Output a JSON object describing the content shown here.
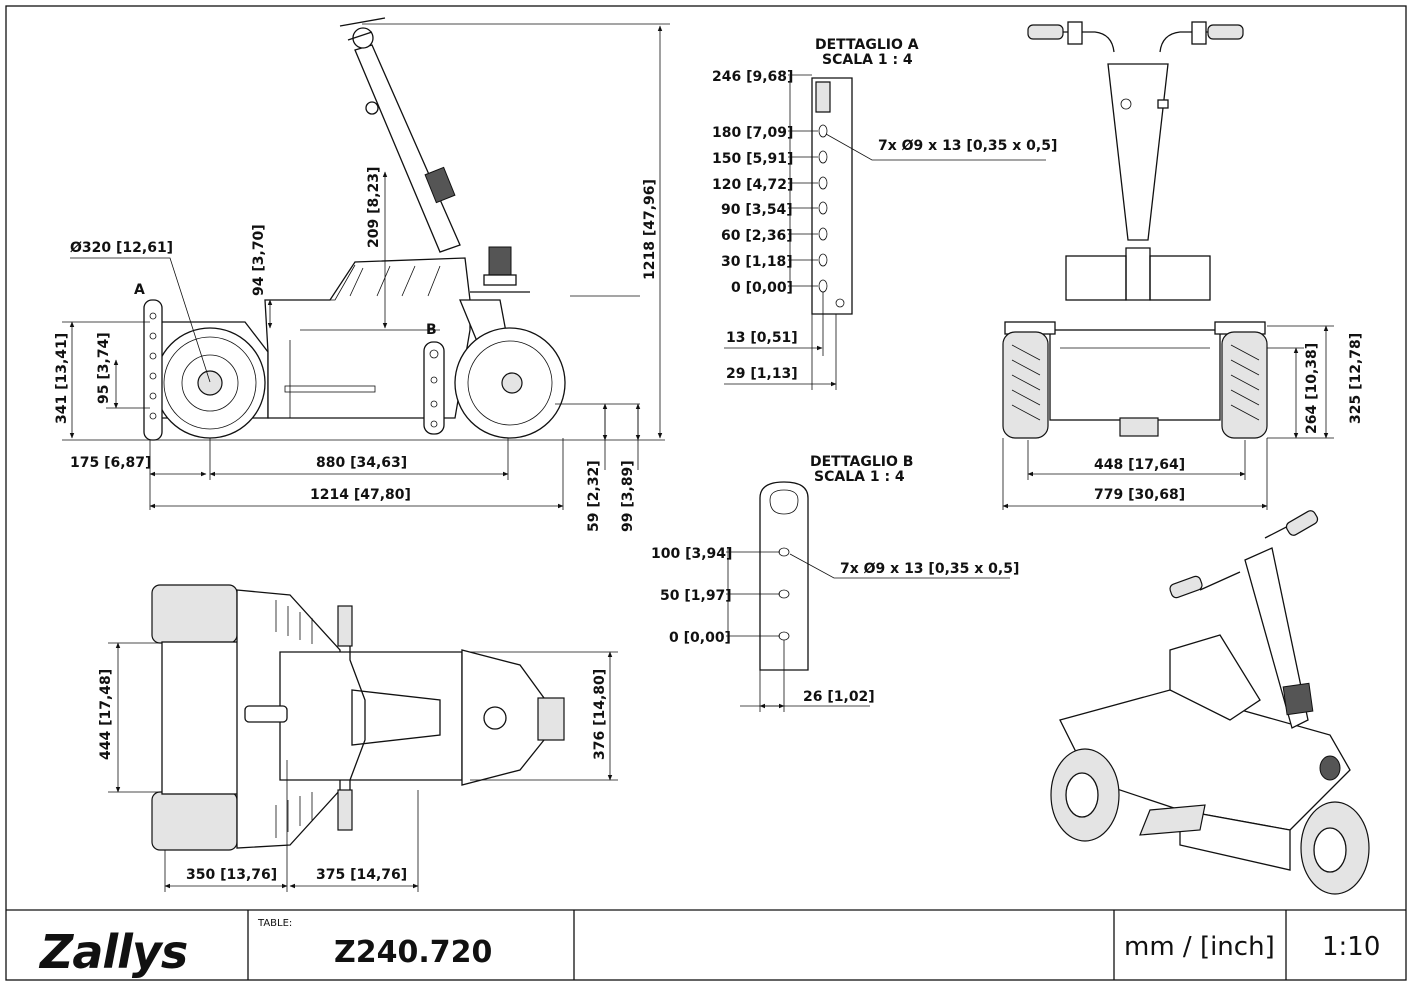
{
  "title_block": {
    "brand": "Zallys",
    "table_label": "TABLE:",
    "table_code": "Z240.720",
    "units": "mm / [inch]",
    "scale": "1:10"
  },
  "side_view": {
    "labels": {
      "a": "A",
      "b": "B",
      "wheel_dia": "Ø320 [12,61]"
    },
    "dims": {
      "d94": "94 [3,70]",
      "d209": "209 [8,23]",
      "d1218": "1218 [47,96]",
      "d341": "341 [13,41]",
      "d95": "95 [3,74]",
      "d175": "175 [6,87]",
      "d880": "880 [34,63]",
      "d1214": "1214 [47,80]",
      "d59": "59 [2,32]",
      "d99": "99 [3,89]"
    }
  },
  "detail_a": {
    "title": "DETTAGLIO A",
    "scale": "SCALA 1 : 4",
    "dims": [
      "246 [9,68]",
      "180 [7,09]",
      "150 [5,91]",
      "120 [4,72]",
      "90 [3,54]",
      "60 [2,36]",
      "30 [1,18]",
      "0 [0,00]"
    ],
    "holes": "7x Ø9 x 13 [0,35 x 0,5]",
    "d13": "13 [0,51]",
    "d29": "29 [1,13]"
  },
  "detail_b": {
    "title": "DETTAGLIO B",
    "scale": "SCALA 1 : 4",
    "dims": [
      "100 [3,94]",
      "50 [1,97]",
      "0 [0,00]"
    ],
    "holes": "7x Ø9 x 13 [0,35 x 0,5]",
    "d26": "26 [1,02]"
  },
  "front_view": {
    "dims": {
      "d448": "448 [17,64]",
      "d779": "779 [30,68]",
      "d264": "264 [10,38]",
      "d325": "325 [12,78]"
    }
  },
  "top_view": {
    "dims": {
      "d444": "444 [17,48]",
      "d376": "376 [14,80]",
      "d350": "350 [13,76]",
      "d375": "375 [14,76]"
    }
  }
}
